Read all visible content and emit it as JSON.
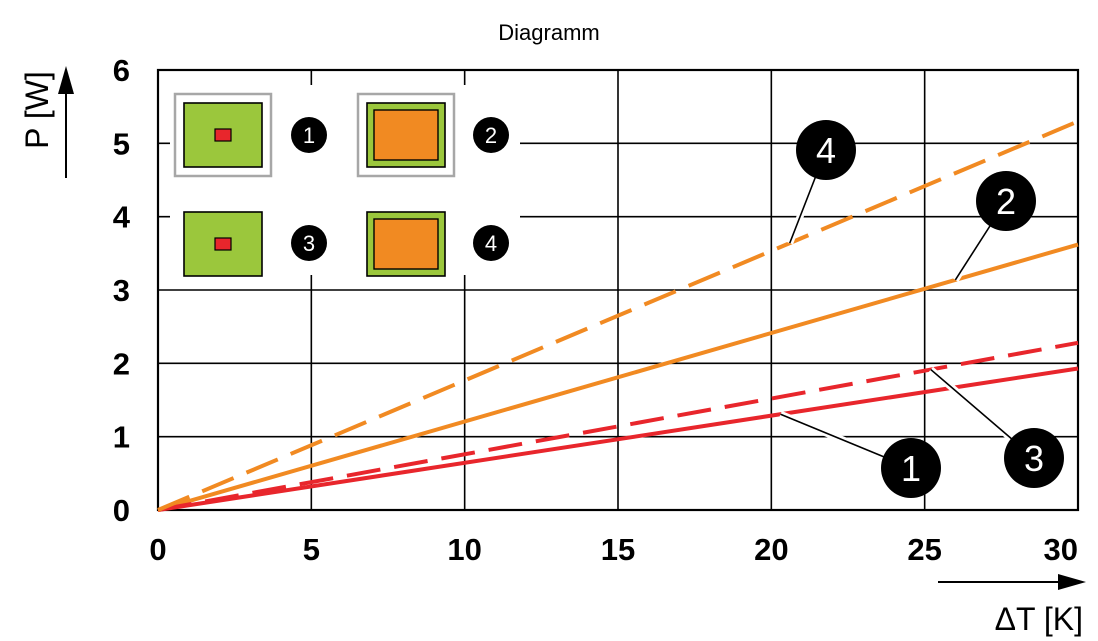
{
  "chart_data": {
    "type": "line",
    "title": "Diagramm",
    "xlabel": "ΔT [K]",
    "ylabel": "P [W]",
    "xlim": [
      0,
      30
    ],
    "ylim": [
      0,
      6
    ],
    "x_ticks": [
      "0",
      "5",
      "10",
      "15",
      "20",
      "25",
      "30"
    ],
    "y_ticks": [
      "0",
      "1",
      "2",
      "3",
      "4",
      "5",
      "6"
    ],
    "grid": true,
    "series": [
      {
        "label": "1",
        "color": "#e8262c",
        "style": "solid",
        "x": [
          0,
          30
        ],
        "y": [
          0,
          1.93
        ]
      },
      {
        "label": "2",
        "color": "#f18a22",
        "style": "solid",
        "x": [
          0,
          30
        ],
        "y": [
          0,
          3.62
        ]
      },
      {
        "label": "3",
        "color": "#e8262c",
        "style": "dashed",
        "x": [
          0,
          30
        ],
        "y": [
          0,
          2.28
        ]
      },
      {
        "label": "4",
        "color": "#f18a22",
        "style": "dashed",
        "x": [
          0,
          30
        ],
        "y": [
          0,
          5.3
        ]
      }
    ],
    "legend": {
      "placement": "top-left",
      "items": [
        {
          "label": "1",
          "icon": "small-red-chip-on-green-board-with-frame-icon"
        },
        {
          "label": "2",
          "icon": "large-orange-chip-on-green-board-with-frame-icon"
        },
        {
          "label": "3",
          "icon": "small-red-chip-on-green-board-icon"
        },
        {
          "label": "4",
          "icon": "large-orange-chip-on-green-board-icon"
        }
      ]
    },
    "annotations": [
      {
        "label": "1",
        "series": "1"
      },
      {
        "label": "2",
        "series": "2"
      },
      {
        "label": "3",
        "series": "3"
      },
      {
        "label": "4",
        "series": "4"
      }
    ],
    "colors": {
      "board_green": "#9bc73c",
      "chip_red": "#e8262c",
      "chip_orange": "#f18a22",
      "frame_gray": "#a7a7a7",
      "badge_black": "#000000"
    }
  }
}
